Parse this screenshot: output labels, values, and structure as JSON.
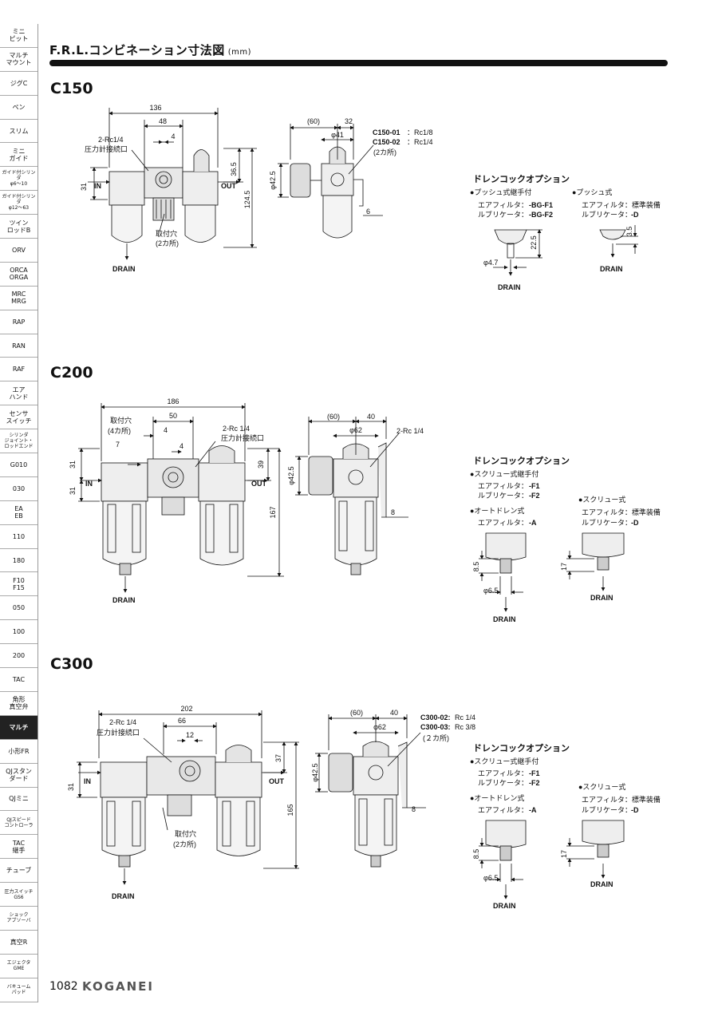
{
  "sidebar": [
    {
      "label": "ミニ\nピット",
      "small": false,
      "active": false
    },
    {
      "label": "マルチ\nマウント",
      "small": false,
      "active": false
    },
    {
      "label": "ジグC",
      "small": false,
      "active": false
    },
    {
      "label": "ペン",
      "small": false,
      "active": false
    },
    {
      "label": "スリム",
      "small": false,
      "active": false
    },
    {
      "label": "ミニ\nガイド",
      "small": false,
      "active": false
    },
    {
      "label": "ガイド付シリンダ\nφ6～10",
      "small": true,
      "active": false
    },
    {
      "label": "ガイド付シリンダ\nφ12～63",
      "small": true,
      "active": false
    },
    {
      "label": "ツイン\nロッドB",
      "small": false,
      "active": false
    },
    {
      "label": "ORV",
      "small": false,
      "active": false
    },
    {
      "label": "ORCA\nORGA",
      "small": false,
      "active": false
    },
    {
      "label": "MRC\nMRG",
      "small": false,
      "active": false
    },
    {
      "label": "RAP",
      "small": false,
      "active": false
    },
    {
      "label": "RAN",
      "small": false,
      "active": false
    },
    {
      "label": "RAF",
      "small": false,
      "active": false
    },
    {
      "label": "エア\nハンド",
      "small": false,
      "active": false
    },
    {
      "label": "センサ\nスイッチ",
      "small": false,
      "active": false
    },
    {
      "label": "シリンダ\nジョイント・\nロッドエンド",
      "small": true,
      "active": false
    },
    {
      "label": "G010",
      "small": false,
      "active": false
    },
    {
      "label": "030",
      "small": false,
      "active": false
    },
    {
      "label": "EA\nEB",
      "small": false,
      "active": false
    },
    {
      "label": "110",
      "small": false,
      "active": false
    },
    {
      "label": "180",
      "small": false,
      "active": false
    },
    {
      "label": "F10\nF15",
      "small": false,
      "active": false
    },
    {
      "label": "050",
      "small": false,
      "active": false
    },
    {
      "label": "100",
      "small": false,
      "active": false
    },
    {
      "label": "200",
      "small": false,
      "active": false
    },
    {
      "label": "TAC",
      "small": false,
      "active": false
    },
    {
      "label": "角形\n真空弁",
      "small": false,
      "active": false
    },
    {
      "label": "マルチ",
      "small": false,
      "active": true
    },
    {
      "label": "小形FR",
      "small": false,
      "active": false
    },
    {
      "label": "QJスタン\nダード",
      "small": false,
      "active": false
    },
    {
      "label": "QJミニ",
      "small": false,
      "active": false
    },
    {
      "label": "QJスピード\nコントローラ",
      "small": true,
      "active": false
    },
    {
      "label": "TAC\n継手",
      "small": false,
      "active": false
    },
    {
      "label": "チューブ",
      "small": false,
      "active": false
    },
    {
      "label": "圧力スイッチ\nGS6",
      "small": true,
      "active": false
    },
    {
      "label": "ショック\nアブソーバ",
      "small": true,
      "active": false
    },
    {
      "label": "真空R",
      "small": false,
      "active": false
    },
    {
      "label": "エジェクタ\nGME",
      "small": true,
      "active": false
    },
    {
      "label": "バキューム\nパッド",
      "small": true,
      "active": false
    }
  ],
  "header": {
    "title": "F.R.L.コンビネーション寸法図",
    "unit": "(mm)"
  },
  "sections": {
    "c150": {
      "title": "C150",
      "front": {
        "w136": "136",
        "w48": "48",
        "w4": "4",
        "port": "2-Rc1/4",
        "gauge": "圧力計接続口",
        "h36": "36.5",
        "h124": "124.5",
        "h31": "31",
        "in": "IN",
        "out": "OUT",
        "mount": "取付穴",
        "mount2": "(2カ所)",
        "drain": "DRAIN"
      },
      "side": {
        "d60": "(60)",
        "d32": "32",
        "phi41": "φ41",
        "phi42": "φ42.5",
        "d6": "6",
        "m1a": "C150-01",
        "m1b": "：Rc1/8",
        "m2a": "C150-02",
        "m2b": "：Rc1/4",
        "note": "(2カ所)"
      },
      "opt": {
        "title": "ドレンコックオプション",
        "left_head": "●プッシュ式継手付",
        "left1a": "エアフィルタ：",
        "left1b": "-BG-F1",
        "left2a": "ルブリケータ：",
        "left2b": "-BG-F2",
        "right_head": "●プッシュ式",
        "right1": "エアフィルタ：標準装備",
        "right2a": "ルブリケータ：",
        "right2b": "-D",
        "d225": "22.5",
        "d35": "3.5",
        "phi47": "φ4.7",
        "drain": "DRAIN"
      }
    },
    "c200": {
      "title": "C200",
      "front": {
        "w186": "186",
        "w50": "50",
        "w4a": "4",
        "w4b": "4",
        "d7": "7",
        "mount": "取付穴",
        "mount2": "(4カ所)",
        "port": "2-Rc 1/4",
        "gauge": "圧力計接続口",
        "h31a": "31",
        "h31b": "31",
        "h39": "39",
        "h167": "167",
        "in": "IN",
        "out": "OUT",
        "drain": "DRAIN"
      },
      "side": {
        "d60": "(60)",
        "d40": "40",
        "phi62": "φ62",
        "phi42": "φ42.5",
        "d8": "8",
        "port": "2-Rc 1/4"
      },
      "opt": {
        "title": "ドレンコックオプション",
        "head1": "●スクリュー式継手付",
        "l1a": "エアフィルタ：",
        "l1b": "-F1",
        "l2a": "ルブリケータ：",
        "l2b": "-F2",
        "head2": "●オートドレン式",
        "l3a": "エアフィルタ：",
        "l3b": "-A",
        "head3": "●スクリュー式",
        "r1": "エアフィルタ：標準装備",
        "r2a": "ルブリケータ：",
        "r2b": "-D",
        "d85": "8.5",
        "phi65": "φ6.5",
        "d17": "17",
        "drainA": "DRAIN",
        "drainB": "DRAIN"
      }
    },
    "c300": {
      "title": "C300",
      "front": {
        "w202": "202",
        "w66": "66",
        "w12": "12",
        "port": "2-Rc 1/4",
        "gauge": "圧力計接続口",
        "h37": "37",
        "h31": "31",
        "h165": "165",
        "in": "IN",
        "out": "OUT",
        "mount": "取付穴",
        "mount2": "(2カ所)",
        "drain": "DRAIN"
      },
      "side": {
        "d60": "(60)",
        "d40": "40",
        "phi62": "φ62",
        "phi42": "φ42.5",
        "d8": "8",
        "m1a": "C300-02:",
        "m1b": " Rc 1/4",
        "m2a": "C300-03:",
        "m2b": " Rc 3/8",
        "note": "(２カ所)"
      },
      "opt": {
        "title": "ドレンコックオプション",
        "head1": "●スクリュー式継手付",
        "l1a": "エアフィルタ：",
        "l1b": "-F1",
        "l2a": "ルブリケータ：",
        "l2b": "-F2",
        "head2": "●オートドレン式",
        "l3a": "エアフィルタ：",
        "l3b": "-A",
        "head3": "●スクリュー式",
        "r1": "エアフィルタ：標準装備",
        "r2a": "ルブリケータ：",
        "r2b": "-D",
        "d85": "8.5",
        "phi65": "φ6.5",
        "d17": "17",
        "drainA": "DRAIN",
        "drainB": "DRAIN"
      }
    }
  },
  "footer": {
    "page": "1082",
    "brand": "KOGANEI"
  }
}
